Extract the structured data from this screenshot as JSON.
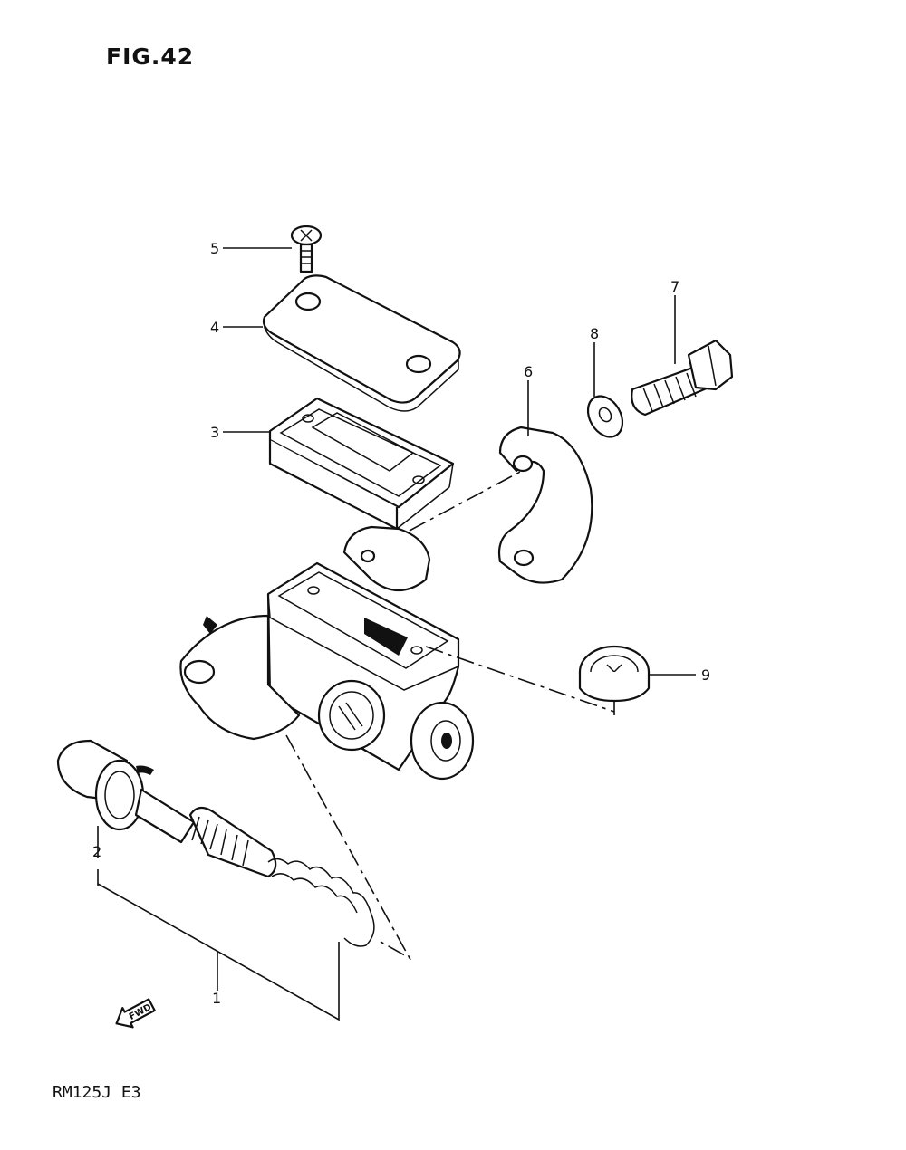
{
  "figure_title": "FIG.42",
  "model_code": "RM125J E3",
  "fwd_arrow_text": "FWD",
  "callouts": [
    "1",
    "2",
    "3",
    "4",
    "5",
    "6",
    "7",
    "8",
    "9"
  ]
}
